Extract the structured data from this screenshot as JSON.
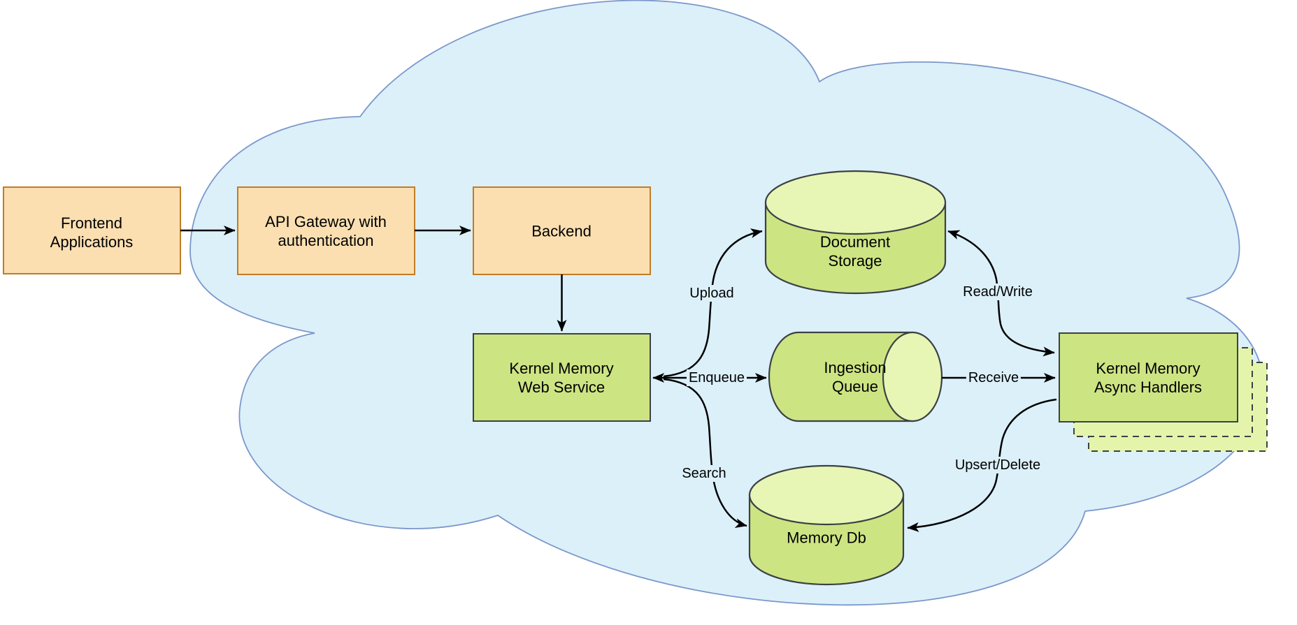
{
  "colors": {
    "background": "#ffffff",
    "cloud_fill": "#dcf0fa",
    "cloud_stroke": "#7b97cb",
    "orange_fill": "#fbdfb1",
    "orange_stroke": "#c07d25",
    "green_fill": "#cde483",
    "green_light_fill": "#e7f6b5",
    "green_lighter_fill": "#e4f5ab",
    "green_stroke": "#3b4144",
    "arrow_color": "#000000",
    "text_color": "#000000"
  },
  "nodes": {
    "frontend": {
      "label": "Frontend\nApplications"
    },
    "api_gateway": {
      "label": "API Gateway with\nauthentication"
    },
    "backend": {
      "label": "Backend"
    },
    "web_service": {
      "label": "Kernel Memory\nWeb Service"
    },
    "document_storage": {
      "label": "Document\nStorage"
    },
    "ingestion_queue": {
      "label": "Ingestion\nQueue"
    },
    "memory_db": {
      "label": "Memory Db"
    },
    "async_handlers": {
      "label": "Kernel Memory\nAsync Handlers"
    }
  },
  "edge_labels": {
    "upload": "Upload",
    "enqueue": "Enqueue",
    "search": "Search",
    "read_write": "Read/Write",
    "receive": "Receive",
    "upsert_delete": "Upsert/Delete"
  }
}
